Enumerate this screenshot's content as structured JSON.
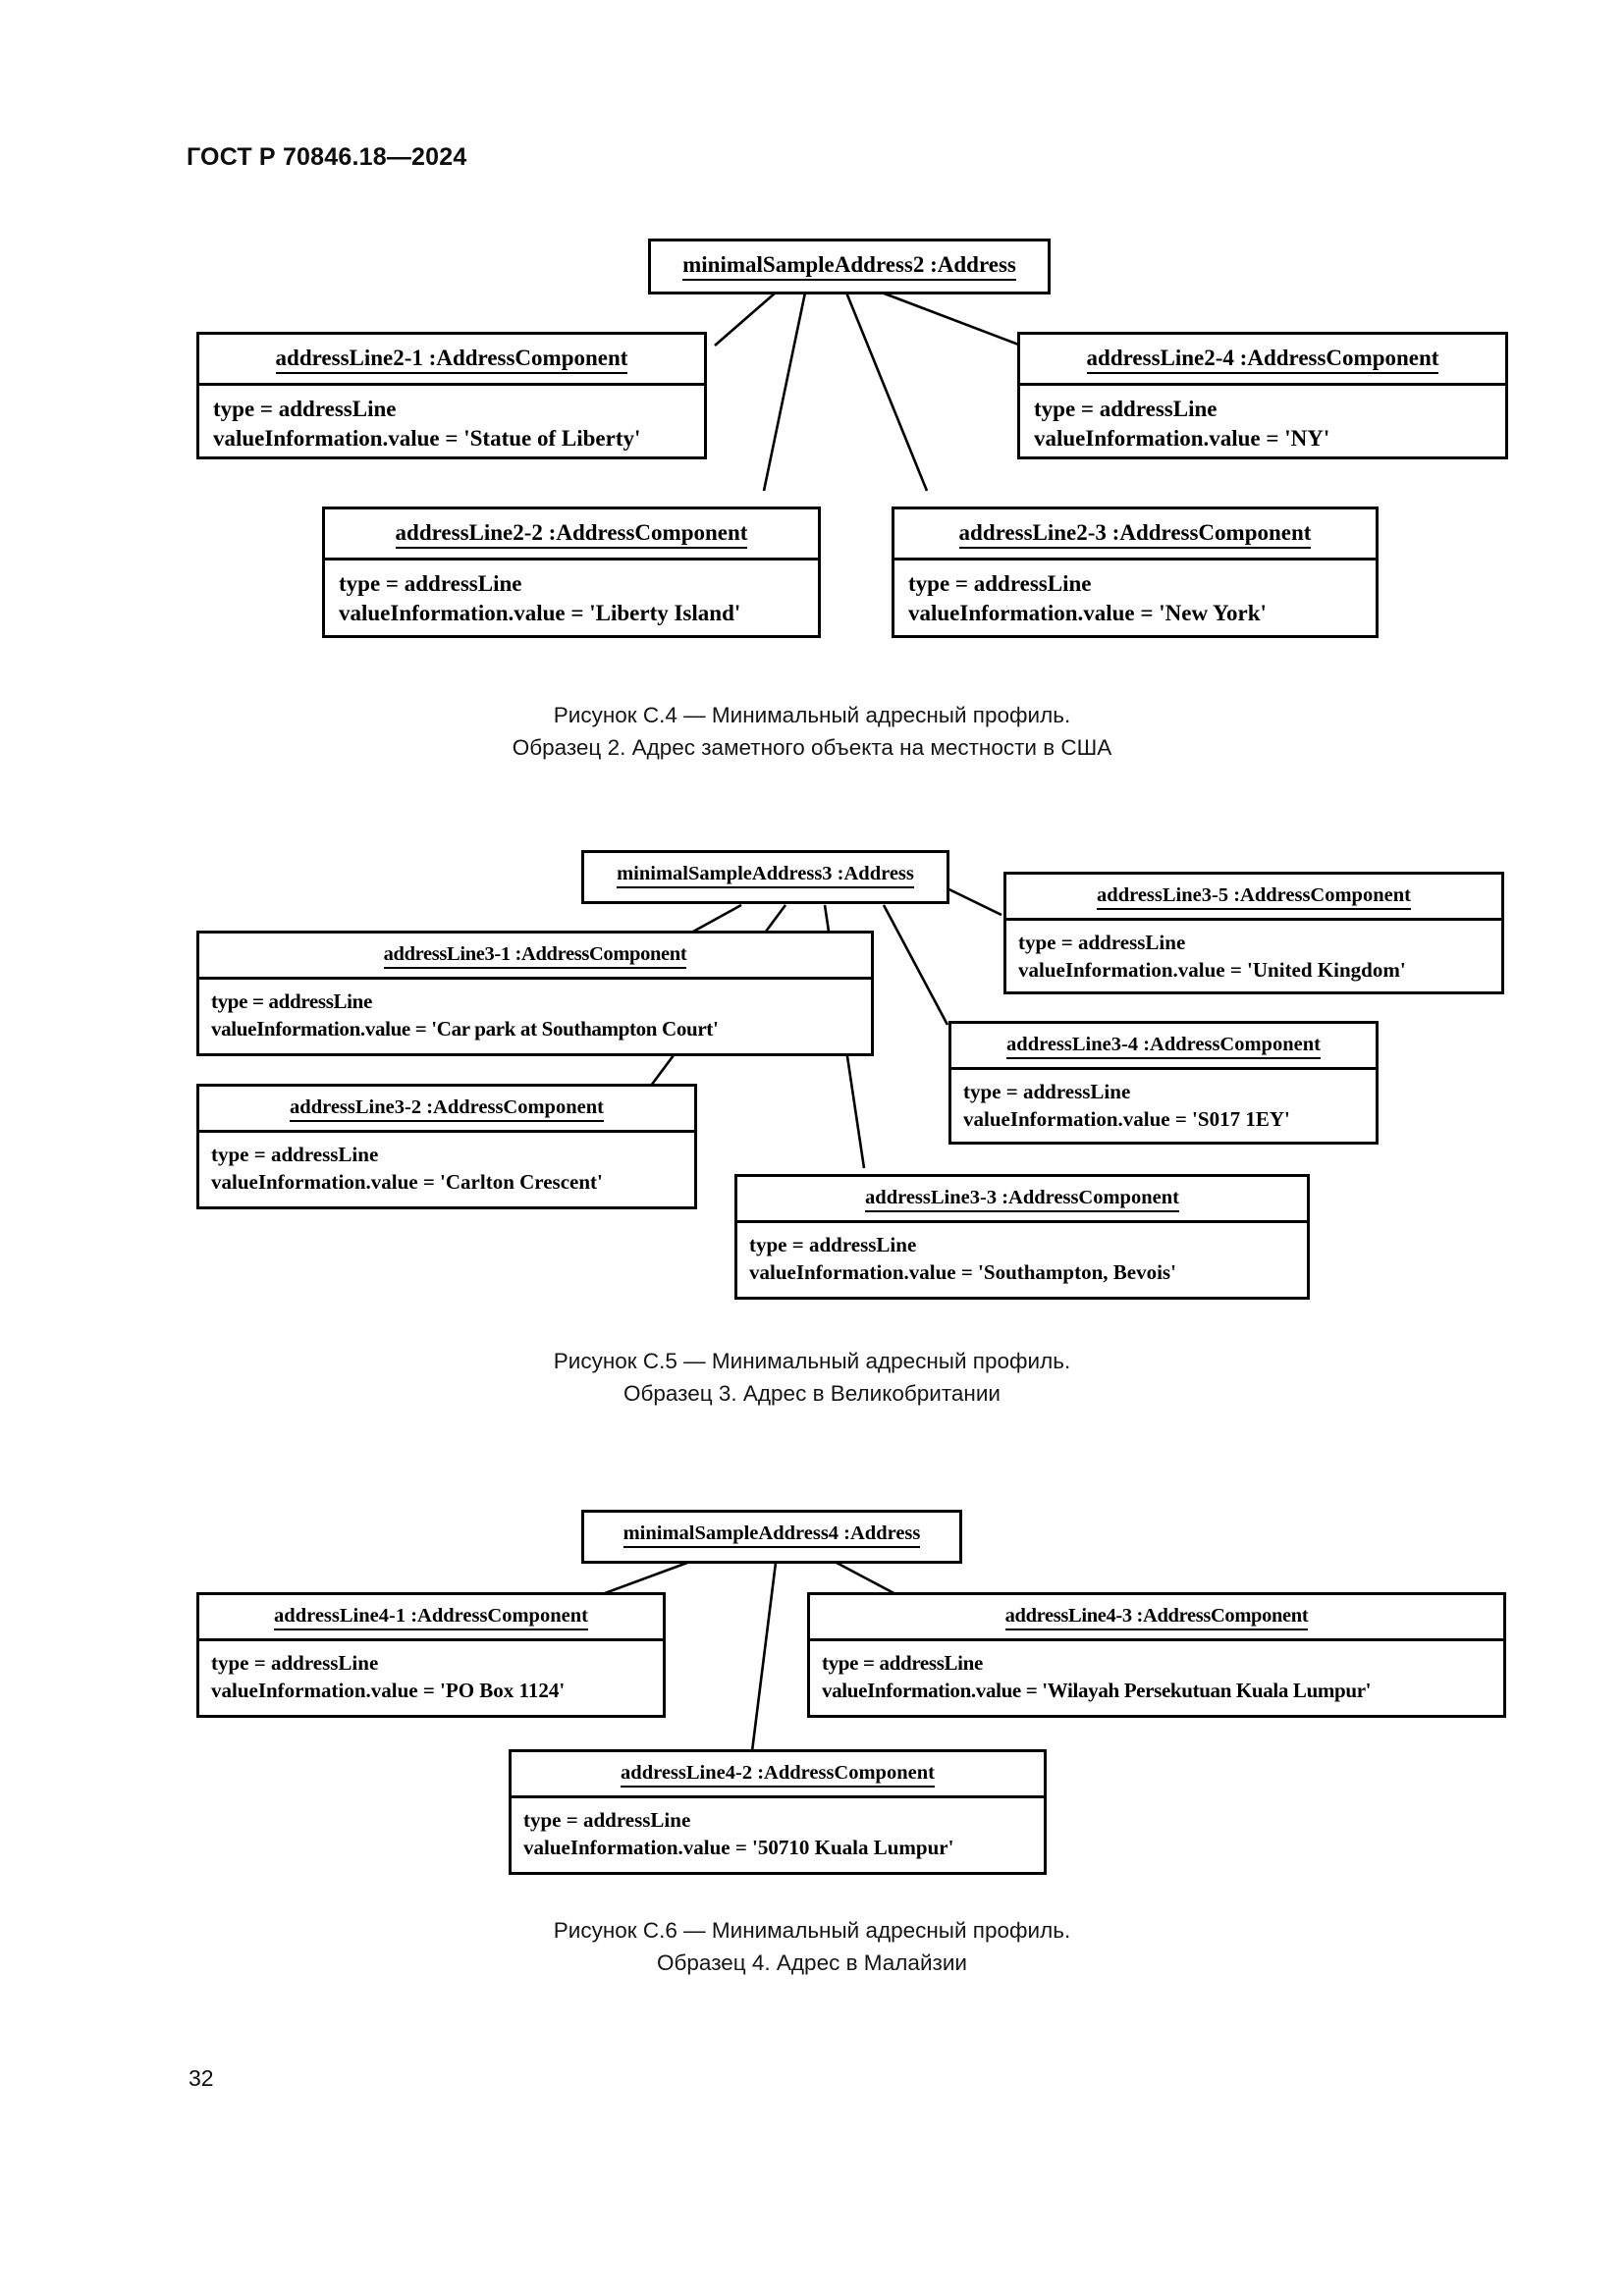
{
  "document": {
    "header": "ГОСТ Р 70846.18—2024",
    "page_number": "32"
  },
  "figures": [
    {
      "id": "figure-c4",
      "caption_line1": "Рисунок С.4 — Минимальный адресный профиль.",
      "caption_line2": "Образец 2. Адрес заметного объекта на местности в США",
      "root": {
        "title": "minimalSampleAddress2 :Address"
      },
      "nodes": [
        {
          "title": "addressLine2-1 :AddressComponent",
          "attr1": "type = addressLine",
          "attr2": "valueInformation.value = 'Statue of  Liberty'"
        },
        {
          "title": "addressLine2-4 :AddressComponent",
          "attr1": "type = addressLine",
          "attr2": "valueInformation.value = 'NY'"
        },
        {
          "title": "addressLine2-2 :AddressComponent",
          "attr1": "type = addressLine",
          "attr2": "valueInformation.value = 'Liberty Island'"
        },
        {
          "title": "addressLine2-3 :AddressComponent",
          "attr1": "type = addressLine",
          "attr2": "valueInformation.value = 'New York'"
        }
      ]
    },
    {
      "id": "figure-c5",
      "caption_line1": "Рисунок С.5 — Минимальный адресный профиль.",
      "caption_line2": "Образец 3. Адрес в Великобритании",
      "root": {
        "title": "minimalSampleAddress3 :Address"
      },
      "nodes": [
        {
          "title": "addressLine3-5 :AddressComponent",
          "attr1": "type = addressLine",
          "attr2": "valueInformation.value = 'United Kingdom'"
        },
        {
          "title": "addressLine3-1 :AddressComponent",
          "attr1": "type = addressLine",
          "attr2": "valueInformation.value = 'Car park at Southampton Court'"
        },
        {
          "title": "addressLine3-4 :AddressComponent",
          "attr1": "type = addressLine",
          "attr2": "valueInformation.value = 'S017 1EY'"
        },
        {
          "title": "addressLine3-2 :AddressComponent",
          "attr1": "type = addressLine",
          "attr2": "valueInformation.value = 'Carlton Crescent'"
        },
        {
          "title": "addressLine3-3 :AddressComponent",
          "attr1": "type = addressLine",
          "attr2": "valueInformation.value = 'Southampton, Bevois'"
        }
      ]
    },
    {
      "id": "figure-c6",
      "caption_line1": "Рисунок С.6 — Минимальный адресный профиль.",
      "caption_line2": "Образец 4. Адрес в Малайзии",
      "root": {
        "title": "minimalSampleAddress4 :Address"
      },
      "nodes": [
        {
          "title": "addressLine4-1 :AddressComponent",
          "attr1": "type = addressLine",
          "attr2": "valueInformation.value = 'PO Box 1124'"
        },
        {
          "title": "addressLine4-3 :AddressComponent",
          "attr1": "type = addressLine",
          "attr2": "valueInformation.value = 'Wilayah Persekutuan Kuala Lumpur'"
        },
        {
          "title": "addressLine4-2 :AddressComponent",
          "attr1": "type = addressLine",
          "attr2": "valueInformation.value = '50710 Kuala Lumpur'"
        }
      ]
    }
  ],
  "colors": {
    "ink": "#000000",
    "paper": "#ffffff",
    "text": "#151515"
  }
}
